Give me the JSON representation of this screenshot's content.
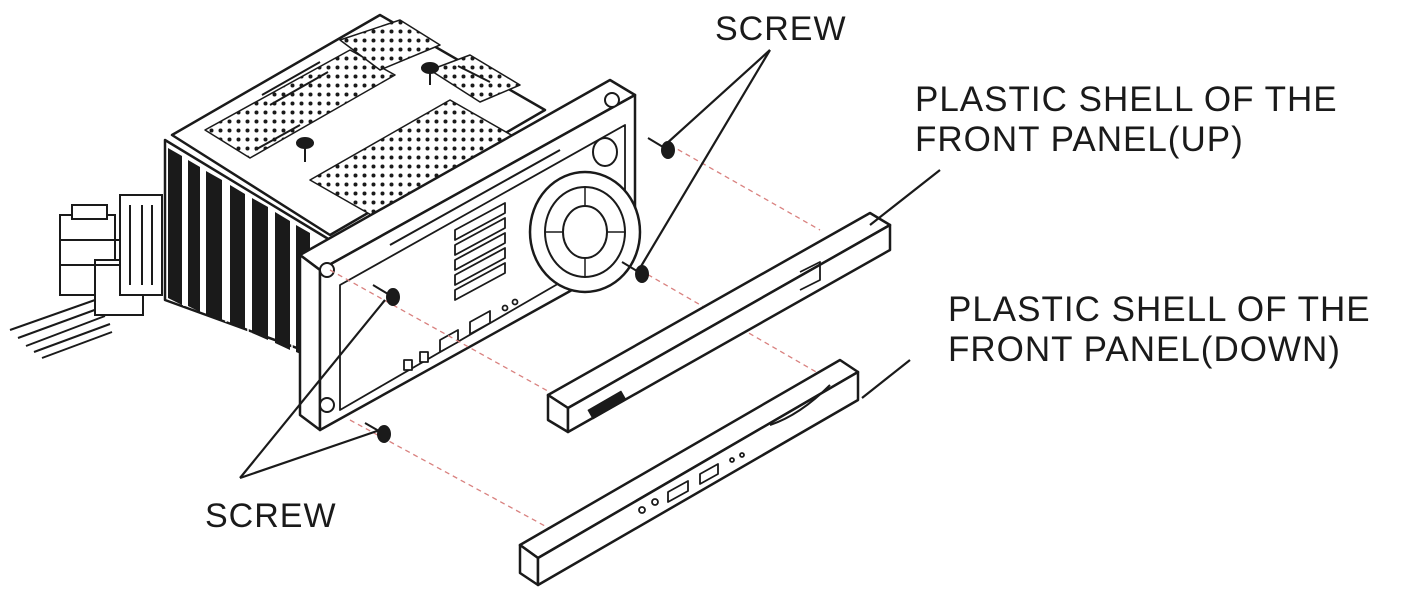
{
  "labels": {
    "screw_top": "SCREW",
    "screw_bottom": "SCREW",
    "shell_up": [
      "PLASTIC SHELL OF THE",
      "FRONT PANEL(UP)"
    ],
    "shell_down": [
      "PLASTIC SHELL OF THE",
      "FRONT PANEL(DOWN)"
    ]
  },
  "colors": {
    "ink": "#1a1a1a",
    "guide_line": "#d9817f",
    "fill": "#ffffff",
    "dark": "#1a1a1a"
  }
}
